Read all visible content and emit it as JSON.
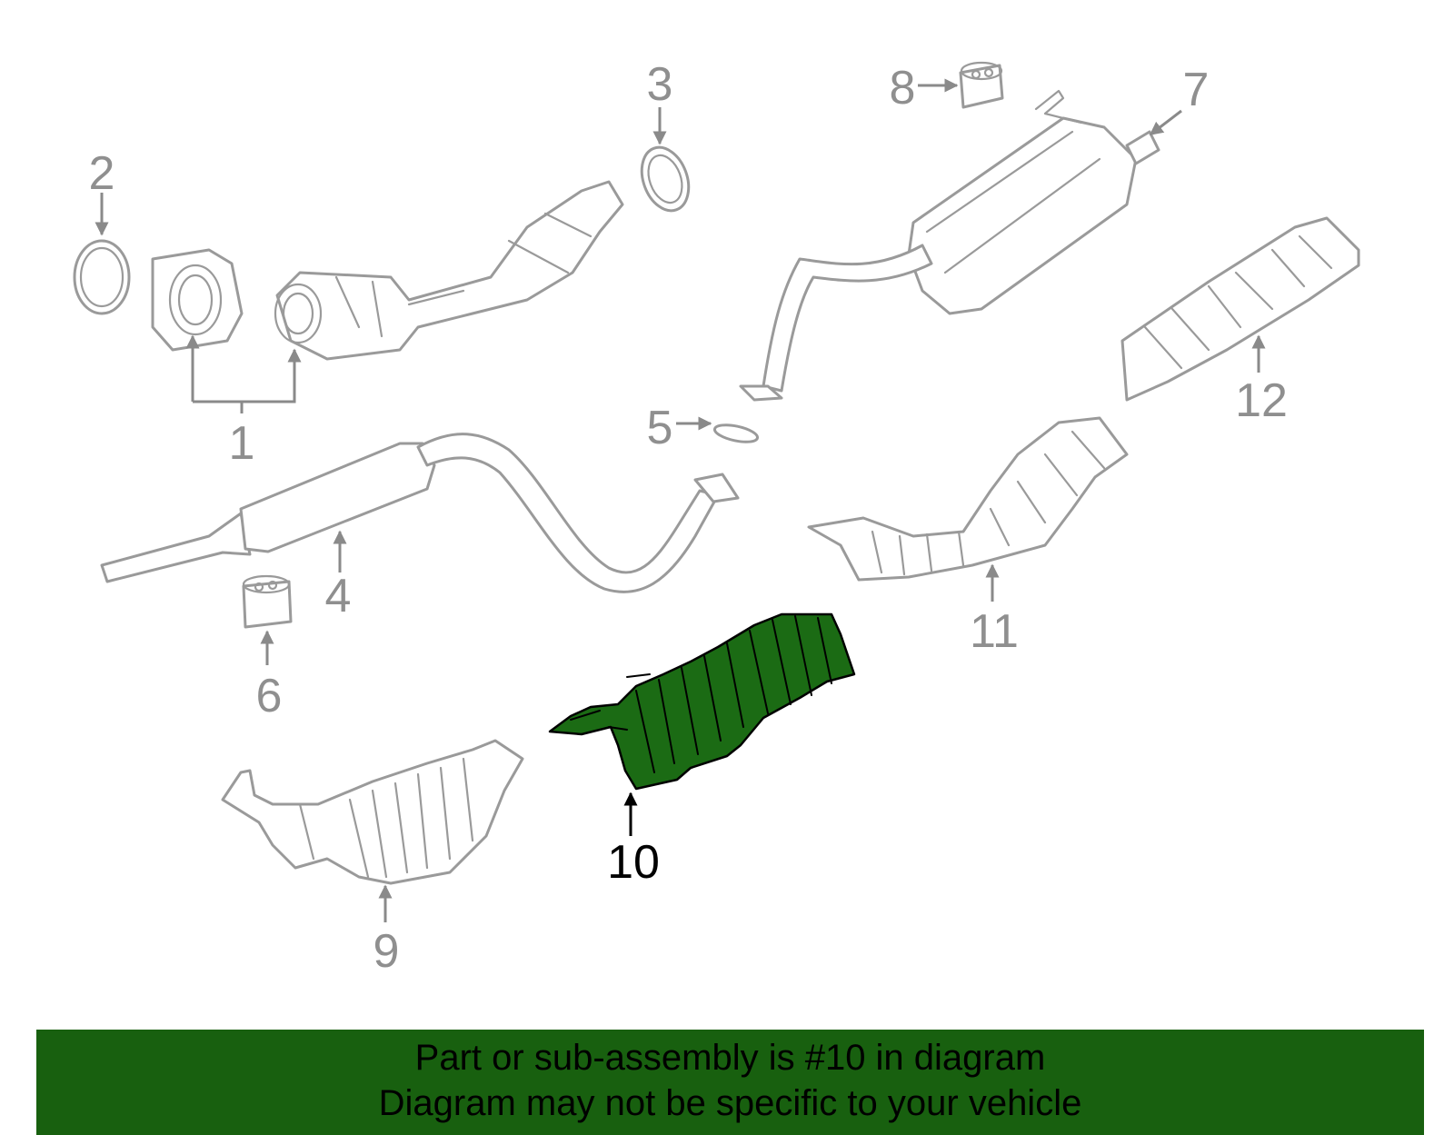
{
  "diagram": {
    "callouts": {
      "c1": "1",
      "c2": "2",
      "c3": "3",
      "c4": "4",
      "c5": "5",
      "c6": "6",
      "c7": "7",
      "c8": "8",
      "c9": "9",
      "c10": "10",
      "c11": "11",
      "c12": "12"
    },
    "highlighted_part": "10",
    "colors": {
      "highlight_fill": "#1b6b14",
      "banner": "#18600f",
      "line_art": "#9a9a9a"
    }
  },
  "banner": {
    "line1": "Part or sub-assembly is #10 in diagram",
    "line2": "Diagram may not be specific to your vehicle"
  }
}
